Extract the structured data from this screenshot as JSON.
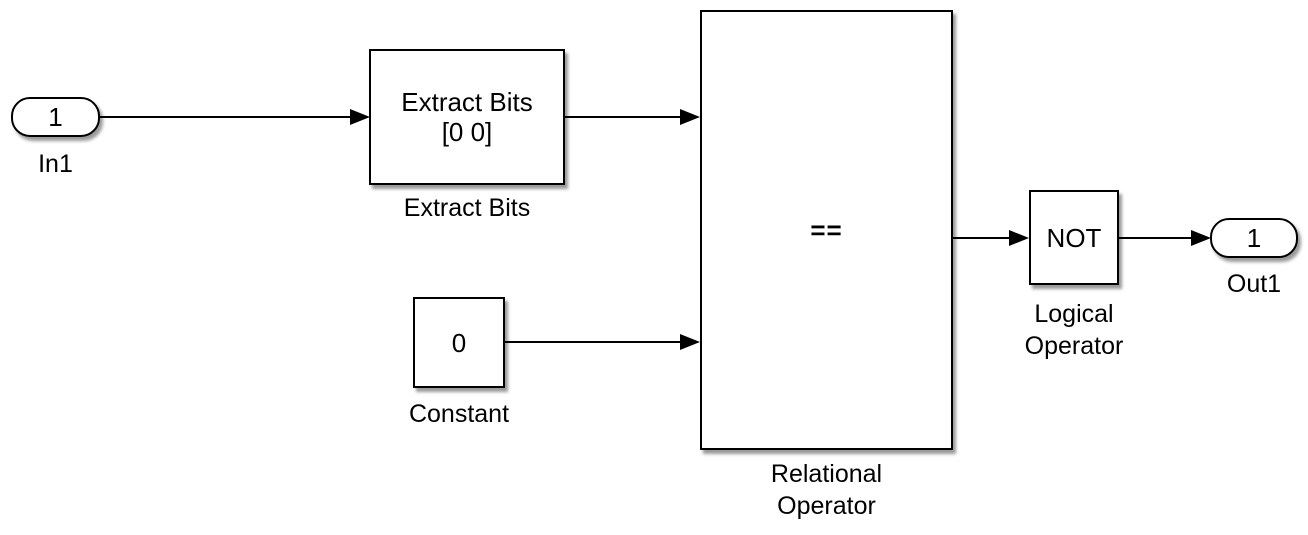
{
  "blocks": {
    "in1": {
      "port": "1",
      "label": "In1"
    },
    "extract_bits": {
      "content": "Extract Bits\n[0 0]",
      "label": "Extract Bits"
    },
    "constant": {
      "content": "0",
      "label": "Constant"
    },
    "relational_operator": {
      "content": "==",
      "label": "Relational\nOperator"
    },
    "logical_operator": {
      "content": "NOT",
      "label": "Logical\nOperator"
    },
    "out1": {
      "port": "1",
      "label": "Out1"
    }
  },
  "colors": {
    "background": "#ffffff",
    "block_fill": "#ffffff",
    "block_border": "#000000",
    "wire": "#000000",
    "text": "#000000"
  }
}
